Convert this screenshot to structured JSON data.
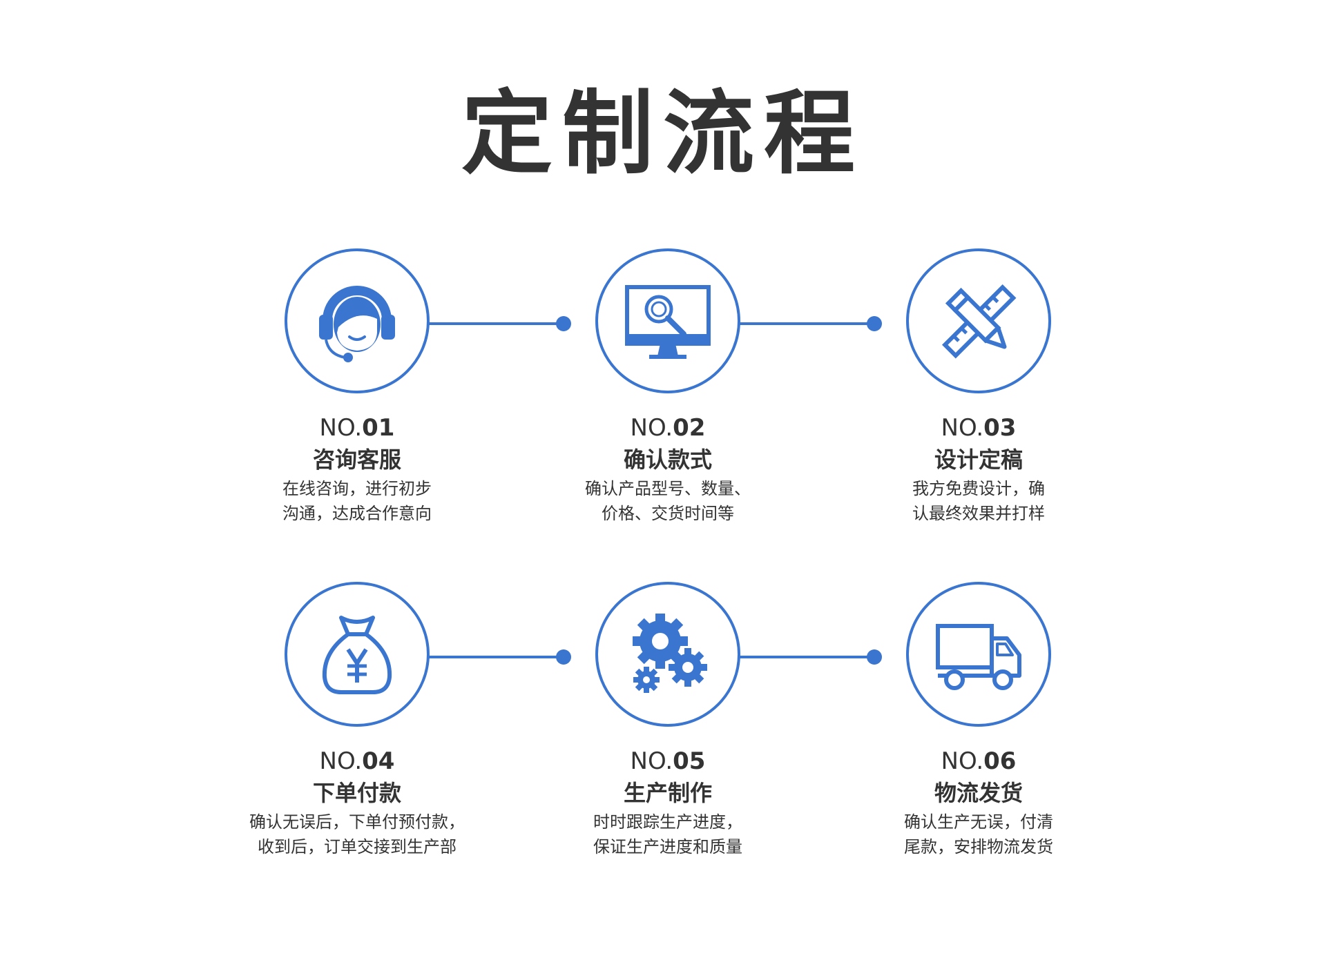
{
  "title": "定制流程",
  "colors": {
    "accent": "#3a75d0",
    "text": "#333333",
    "background": "#ffffff"
  },
  "steps": [
    {
      "no_prefix": "NO.",
      "no_value": "01",
      "title": "咨询客服",
      "desc_line1": "在线咨询，进行初步",
      "desc_line2": "沟通，达成合作意向",
      "icon": "headset-agent-icon"
    },
    {
      "no_prefix": "NO.",
      "no_value": "02",
      "title": "确认款式",
      "desc_line1": "确认产品型号、数量、",
      "desc_line2": "价格、交货时间等",
      "icon": "monitor-search-icon"
    },
    {
      "no_prefix": "NO.",
      "no_value": "03",
      "title": "设计定稿",
      "desc_line1": "我方免费设计，确",
      "desc_line2": "认最终效果并打样",
      "icon": "pencil-ruler-icon"
    },
    {
      "no_prefix": "NO.",
      "no_value": "04",
      "title": "下单付款",
      "desc_line1": "确认无误后，下单付预付款，",
      "desc_line2": "收到后，订单交接到生产部",
      "icon": "money-bag-icon"
    },
    {
      "no_prefix": "NO.",
      "no_value": "05",
      "title": "生产制作",
      "desc_line1": "时时跟踪生产进度，",
      "desc_line2": "保证生产进度和质量",
      "icon": "gears-icon"
    },
    {
      "no_prefix": "NO.",
      "no_value": "06",
      "title": "物流发货",
      "desc_line1": "确认生产无误，付清",
      "desc_line2": "尾款，安排物流发货",
      "icon": "truck-icon"
    }
  ]
}
